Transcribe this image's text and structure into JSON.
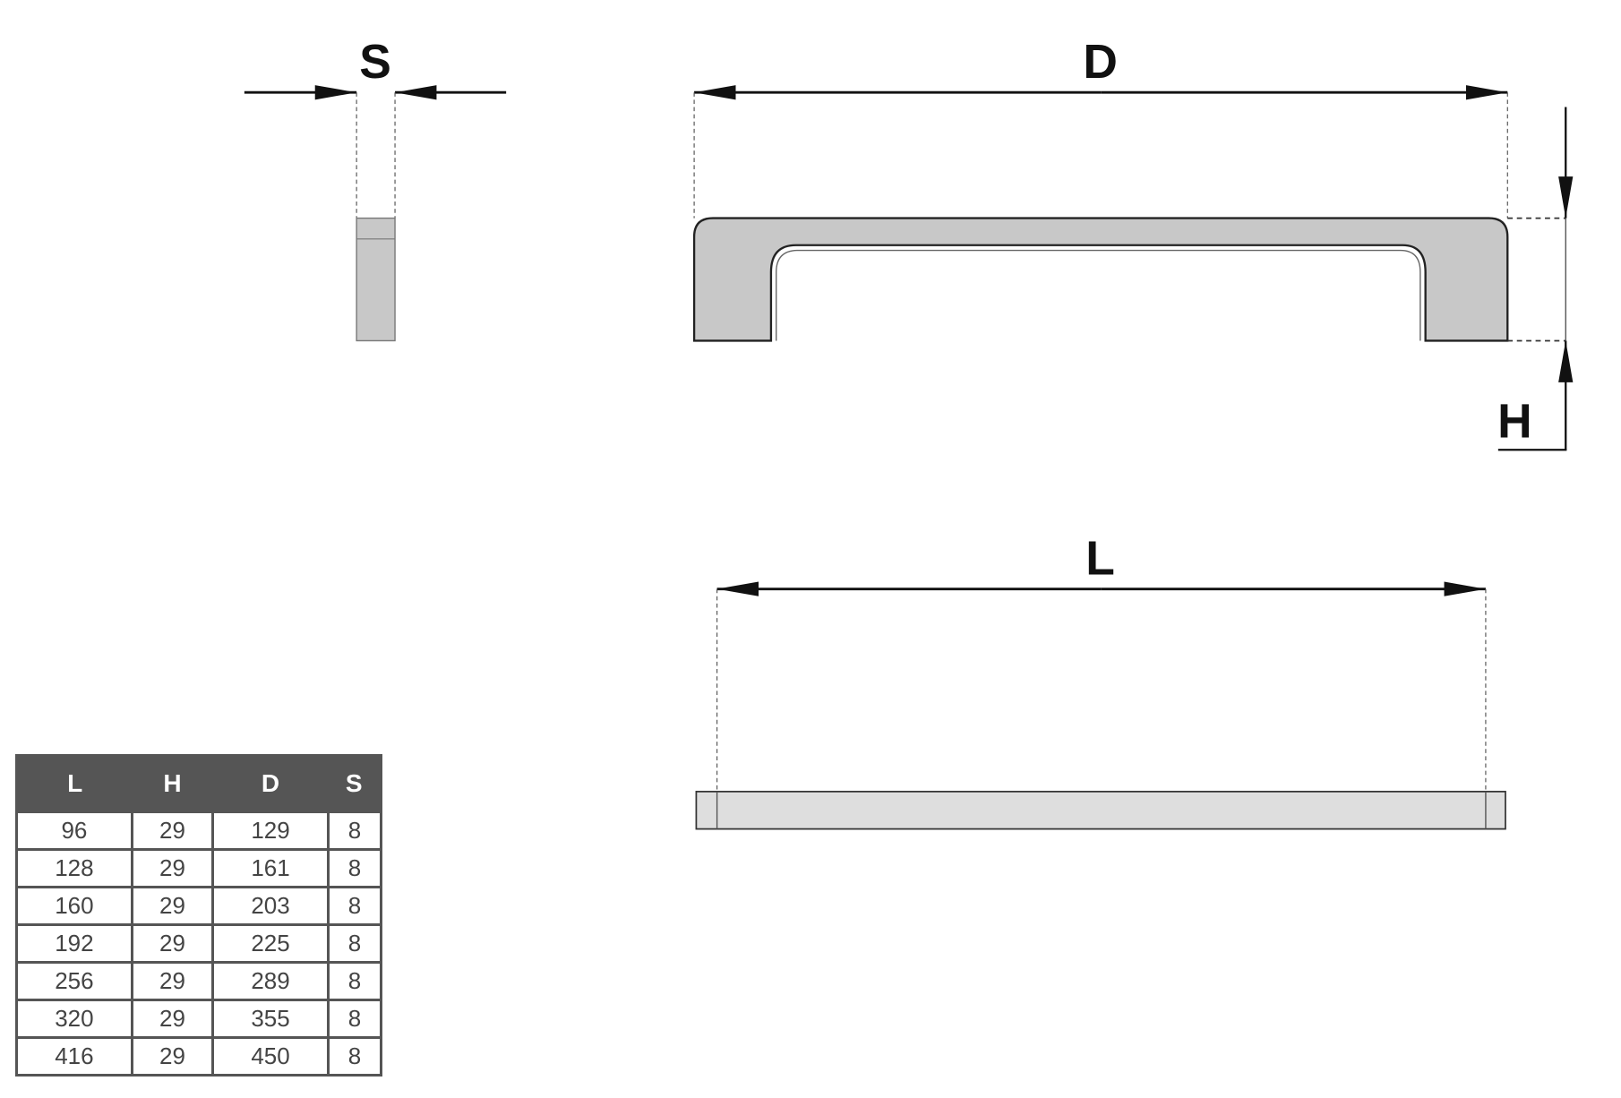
{
  "labels": {
    "s": "S",
    "d": "D",
    "h": "H",
    "l": "L"
  },
  "table": {
    "headers": [
      "L",
      "H",
      "D",
      "S"
    ],
    "rows": [
      [
        "96",
        "29",
        "129",
        "8"
      ],
      [
        "128",
        "29",
        "161",
        "8"
      ],
      [
        "160",
        "29",
        "203",
        "8"
      ],
      [
        "192",
        "29",
        "225",
        "8"
      ],
      [
        "256",
        "29",
        "289",
        "8"
      ],
      [
        "320",
        "29",
        "355",
        "8"
      ],
      [
        "416",
        "29",
        "450",
        "8"
      ]
    ]
  },
  "colors": {
    "part_fill": "#c8c8c8",
    "bar_fill": "#dedede",
    "table_header": "#555555"
  }
}
